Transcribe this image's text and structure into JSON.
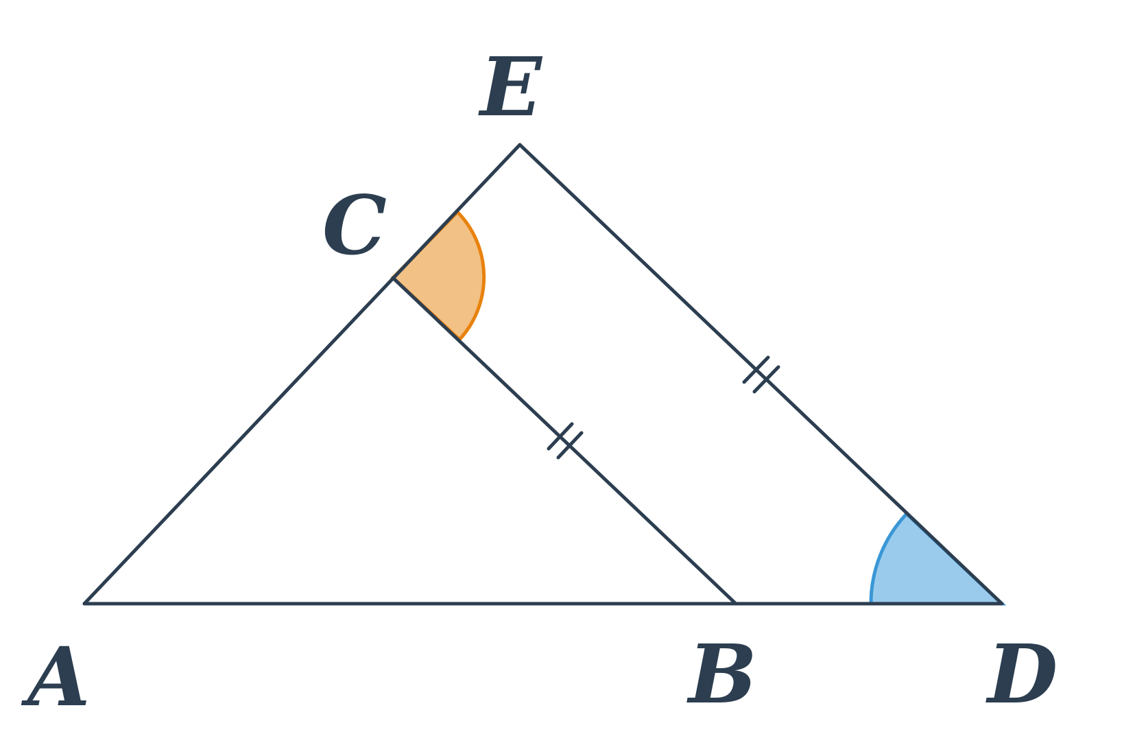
{
  "points": {
    "A": {
      "label": "A"
    },
    "B": {
      "label": "B"
    },
    "C": {
      "label": "C"
    },
    "D": {
      "label": "D"
    },
    "E": {
      "label": "E"
    }
  },
  "segments": [
    {
      "name": "AE",
      "from": "A",
      "to": "E"
    },
    {
      "name": "ED",
      "from": "E",
      "to": "D"
    },
    {
      "name": "AD",
      "from": "A",
      "to": "D"
    },
    {
      "name": "CB",
      "from": "C",
      "to": "B"
    }
  ],
  "congruent_marks": {
    "segments": [
      "CB",
      "ED"
    ],
    "ticks": 2
  },
  "angles": [
    {
      "vertex": "C",
      "between": [
        "E",
        "B"
      ],
      "fill": "#f2c185",
      "stroke": "#e8820e"
    },
    {
      "vertex": "D",
      "between": [
        "E",
        "A"
      ],
      "fill": "#9bcbec",
      "stroke": "#3a97d6"
    }
  ],
  "colors": {
    "line": "#2c3e50"
  }
}
